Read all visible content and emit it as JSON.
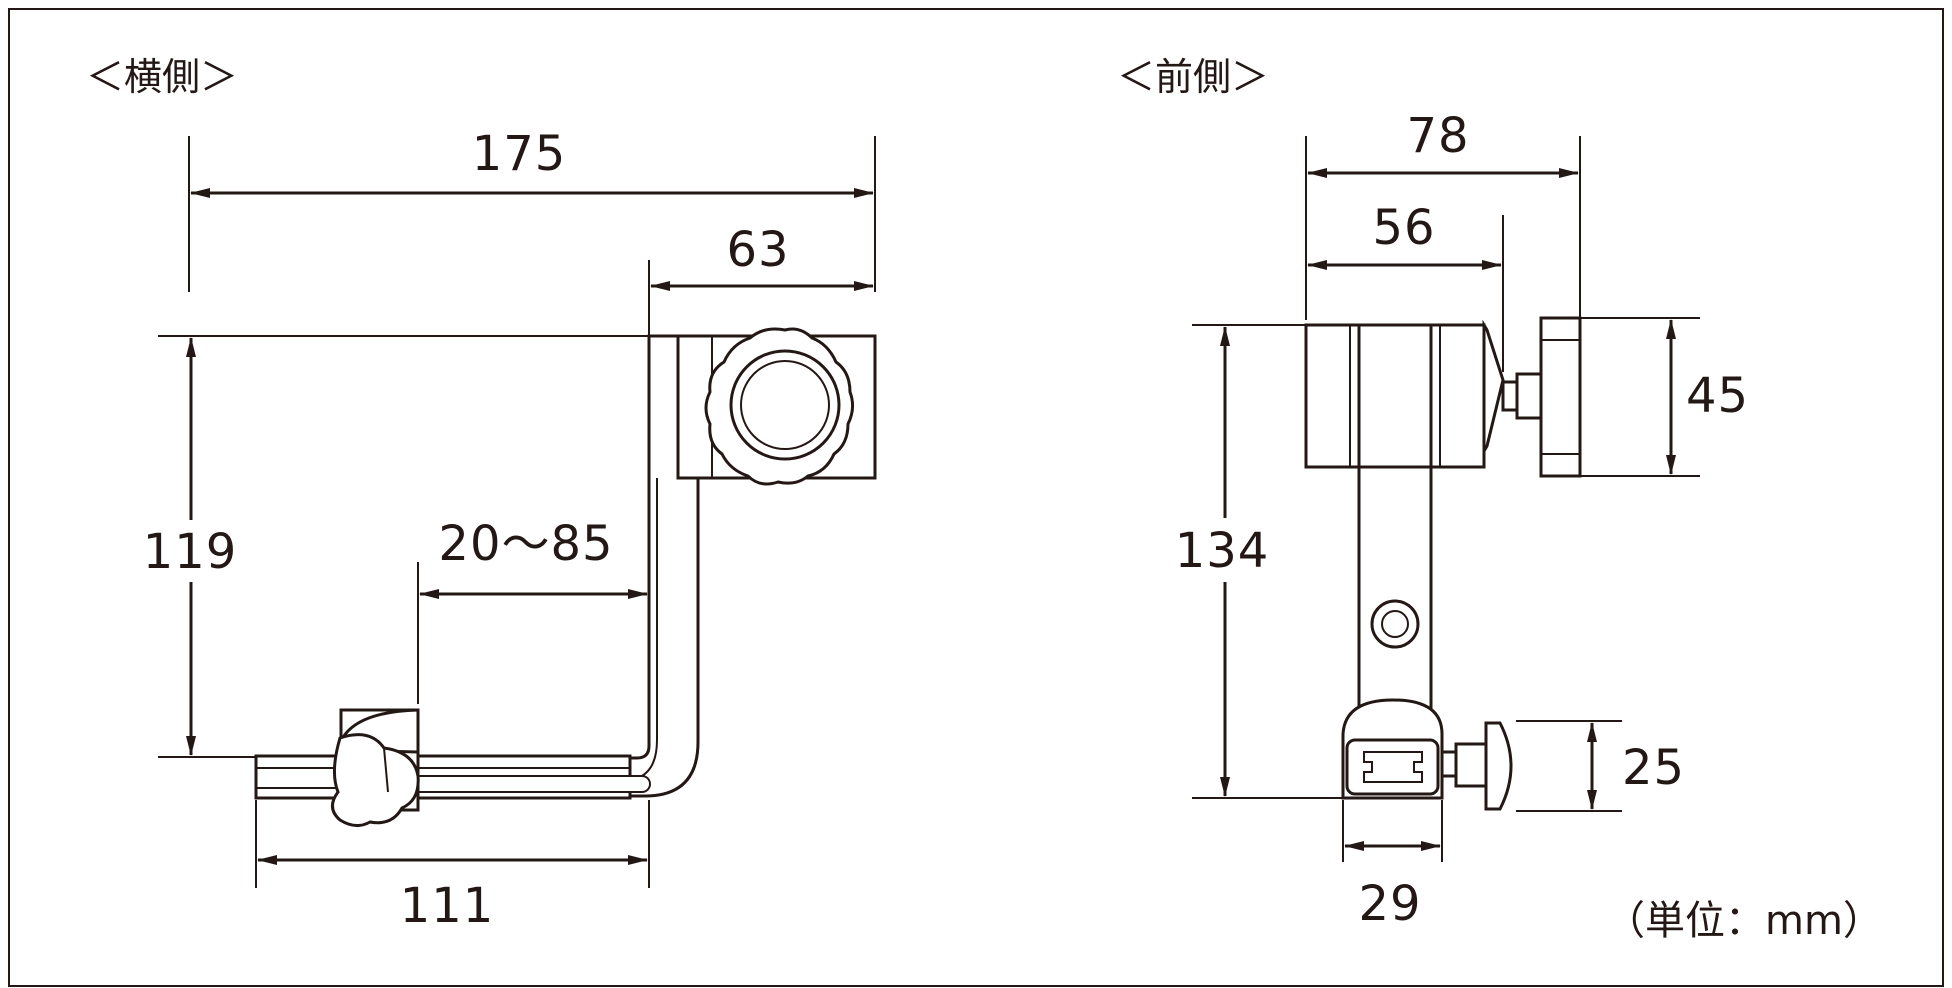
{
  "views": {
    "side": "＜横側＞",
    "front": "＜前側＞"
  },
  "dimensions": {
    "side_total_width": "175",
    "side_head_width": "63",
    "side_height": "119",
    "side_adjust_range": "20～85",
    "side_bottom_width": "111",
    "front_total_width": "78",
    "front_body_width": "56",
    "front_knob_height": "45",
    "front_height": "134",
    "front_lower_knob_height": "25",
    "front_bottom_width": "29"
  },
  "unit_note": "（単位：mm）",
  "colors": {
    "line": "#231815",
    "background": "#ffffff"
  }
}
